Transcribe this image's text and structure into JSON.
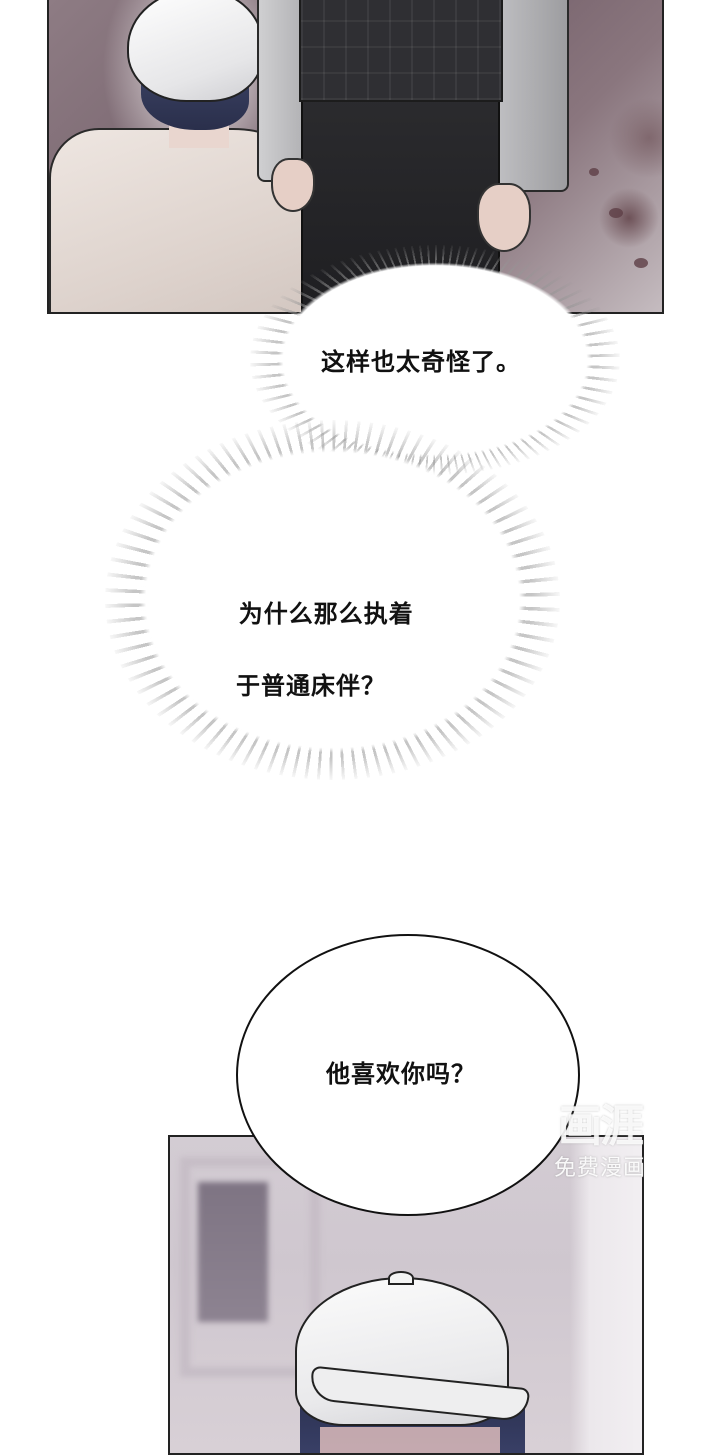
{
  "comic": {
    "panels": [
      {
        "id": 1,
        "description": "man in white cap and beige shirt seated beside standing man in grey shirt, plaid vest and dark trousers"
      },
      {
        "id": 2,
        "description": "close-up of man in white cap with dark blue hair, blurred interior background"
      }
    ],
    "dialogue": {
      "thought_1": "这样也太奇怪了。",
      "thought_2_line1": "为什么那么执着",
      "thought_2_line2": "于普通床伴？",
      "speech_1": "他喜欢你吗？"
    },
    "watermark": {
      "logo": "画涯",
      "subtitle": "免费漫画"
    },
    "colors": {
      "background": "#ffffff",
      "panel_border": "#222222",
      "text": "#111111",
      "wall": "#7d6a72",
      "hair": "#2d3354"
    }
  }
}
